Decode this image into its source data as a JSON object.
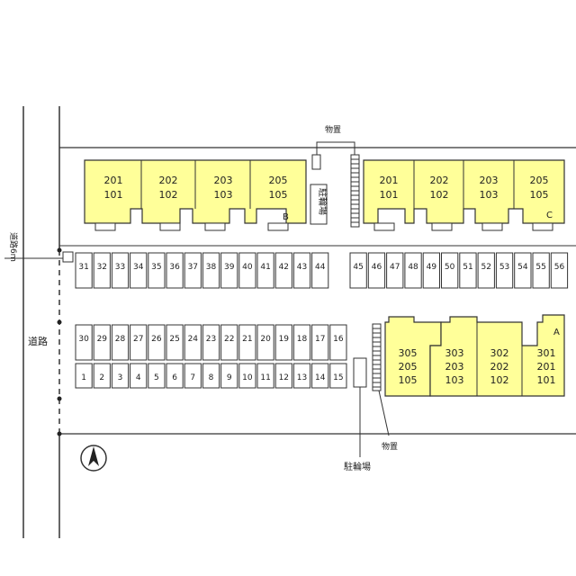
{
  "labels": {
    "road_left": "道路",
    "road_vertical": "道路6ｍ",
    "storage_top": "物置",
    "bike_top": "駐輪場",
    "storage_bottom": "物置",
    "bike_bottom": "駐輪場"
  },
  "buildings": [
    {
      "name": "B",
      "units": [
        [
          "201",
          "101"
        ],
        [
          "202",
          "102"
        ],
        [
          "203",
          "103"
        ],
        [
          "205",
          "105"
        ]
      ]
    },
    {
      "name": "C",
      "units": [
        [
          "201",
          "101"
        ],
        [
          "202",
          "102"
        ],
        [
          "203",
          "103"
        ],
        [
          "205",
          "105"
        ]
      ]
    },
    {
      "name": "A",
      "units": [
        [
          "305",
          "205",
          "105"
        ],
        [
          "303",
          "203",
          "103"
        ],
        [
          "302",
          "202",
          "102"
        ],
        [
          "301",
          "201",
          "101"
        ]
      ]
    }
  ],
  "parking": {
    "row_upper_left": [
      "31",
      "32",
      "33",
      "34",
      "35",
      "36",
      "37",
      "38",
      "39",
      "40",
      "41",
      "42",
      "43",
      "44"
    ],
    "row_upper_right": [
      "45",
      "46",
      "47",
      "48",
      "49",
      "50",
      "51",
      "52",
      "53",
      "54",
      "55",
      "56"
    ],
    "row_middle": [
      "30",
      "29",
      "28",
      "27",
      "26",
      "25",
      "24",
      "23",
      "22",
      "21",
      "20",
      "19",
      "18",
      "17",
      "16"
    ],
    "row_lower": [
      "1",
      "2",
      "3",
      "4",
      "5",
      "6",
      "7",
      "8",
      "9",
      "10",
      "11",
      "12",
      "13",
      "14",
      "15"
    ]
  },
  "colors": {
    "building": "#ffff99",
    "line": "#333333"
  }
}
